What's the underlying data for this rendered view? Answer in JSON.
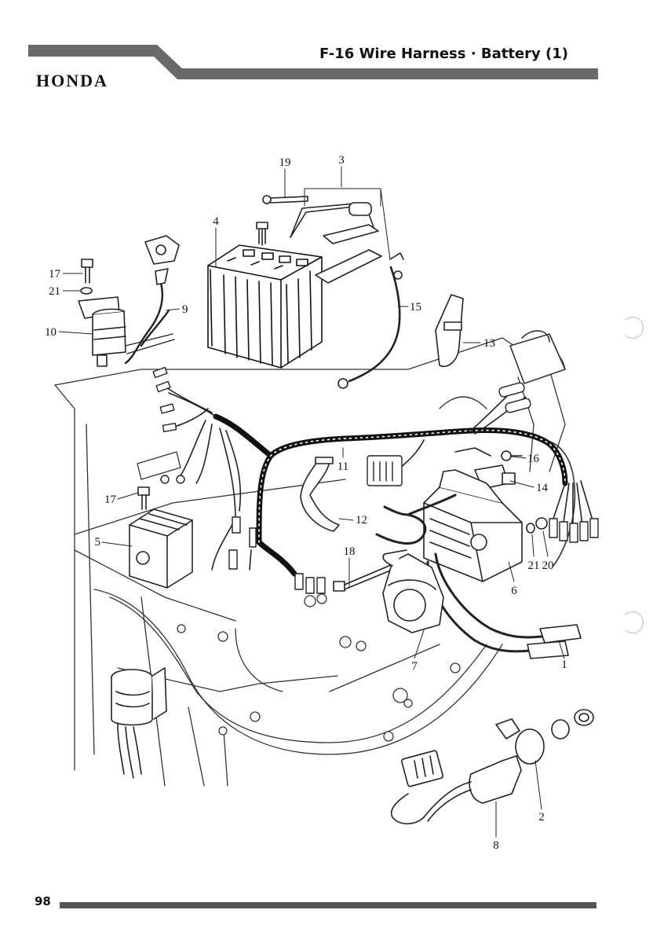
{
  "header": {
    "brand": "HONDA",
    "title": "F-16  Wire Harness · Battery (1)"
  },
  "footer": {
    "page_number": "98"
  },
  "callouts": [
    {
      "id": "c1",
      "label": "1"
    },
    {
      "id": "c2",
      "label": "2"
    },
    {
      "id": "c3",
      "label": "3"
    },
    {
      "id": "c4",
      "label": "4"
    },
    {
      "id": "c5",
      "label": "5"
    },
    {
      "id": "c6",
      "label": "6"
    },
    {
      "id": "c7",
      "label": "7"
    },
    {
      "id": "c8",
      "label": "8"
    },
    {
      "id": "c9",
      "label": "9"
    },
    {
      "id": "c10",
      "label": "10"
    },
    {
      "id": "c11",
      "label": "11"
    },
    {
      "id": "c12",
      "label": "12"
    },
    {
      "id": "c13",
      "label": "13"
    },
    {
      "id": "c14",
      "label": "14"
    },
    {
      "id": "c15",
      "label": "15"
    },
    {
      "id": "c16",
      "label": "16"
    },
    {
      "id": "c17a",
      "label": "17"
    },
    {
      "id": "c17b",
      "label": "17"
    },
    {
      "id": "c18",
      "label": "18"
    },
    {
      "id": "c19",
      "label": "19"
    },
    {
      "id": "c20",
      "label": "20"
    },
    {
      "id": "c21a",
      "label": "21"
    },
    {
      "id": "c21b",
      "label": "21"
    }
  ]
}
